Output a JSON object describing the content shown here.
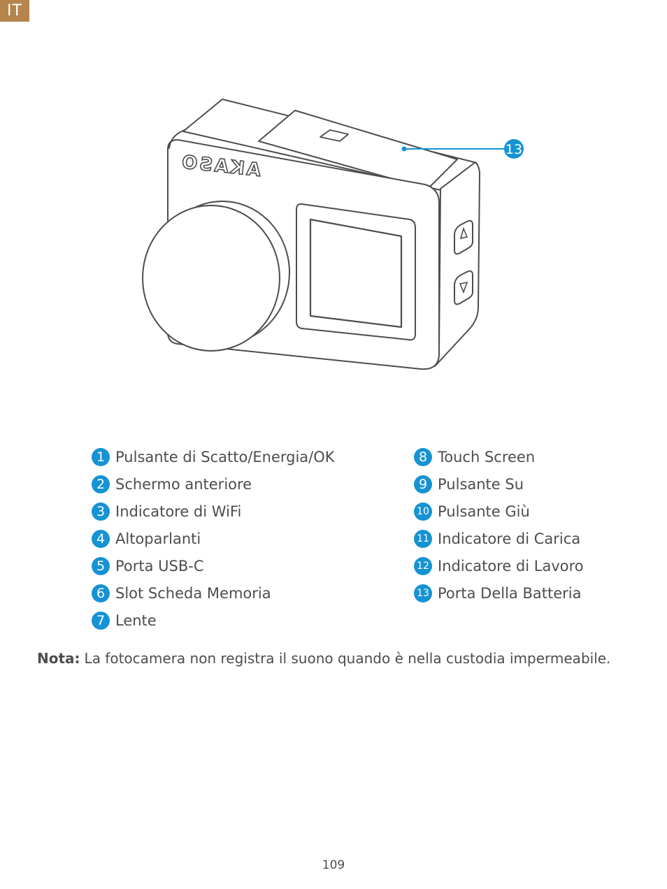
{
  "header": {
    "lang": "IT"
  },
  "figure": {
    "brand": "AKASO",
    "callout": "13"
  },
  "legend_left": [
    {
      "num": "1",
      "label": "Pulsante di Scatto/Energia/OK"
    },
    {
      "num": "2",
      "label": "Schermo anteriore"
    },
    {
      "num": "3",
      "label": "Indicatore di WiFi"
    },
    {
      "num": "4",
      "label": "Altoparlanti"
    },
    {
      "num": "5",
      "label": "Porta USB-C"
    },
    {
      "num": "6",
      "label": "Slot Scheda Memoria"
    },
    {
      "num": "7",
      "label": "Lente"
    }
  ],
  "legend_right": [
    {
      "num": "8",
      "label": "Touch Screen"
    },
    {
      "num": "9",
      "label": "Pulsante Su"
    },
    {
      "num": "10",
      "label": "Pulsante Giù"
    },
    {
      "num": "11",
      "label": "Indicatore di Carica"
    },
    {
      "num": "12",
      "label": "Indicatore di Lavoro"
    },
    {
      "num": "13",
      "label": "Porta Della Batteria"
    }
  ],
  "note": {
    "label": "Nota:",
    "text": "La fotocamera non registra il suono quando è nella custodia impermeabile."
  },
  "page_number": "109",
  "colors": {
    "accent": "#1593d3",
    "tag": "#b5854d",
    "line": "#4d4d4d"
  },
  "icons": {
    "up_button": "up-triangle-icon",
    "down_button": "down-triangle-icon"
  }
}
